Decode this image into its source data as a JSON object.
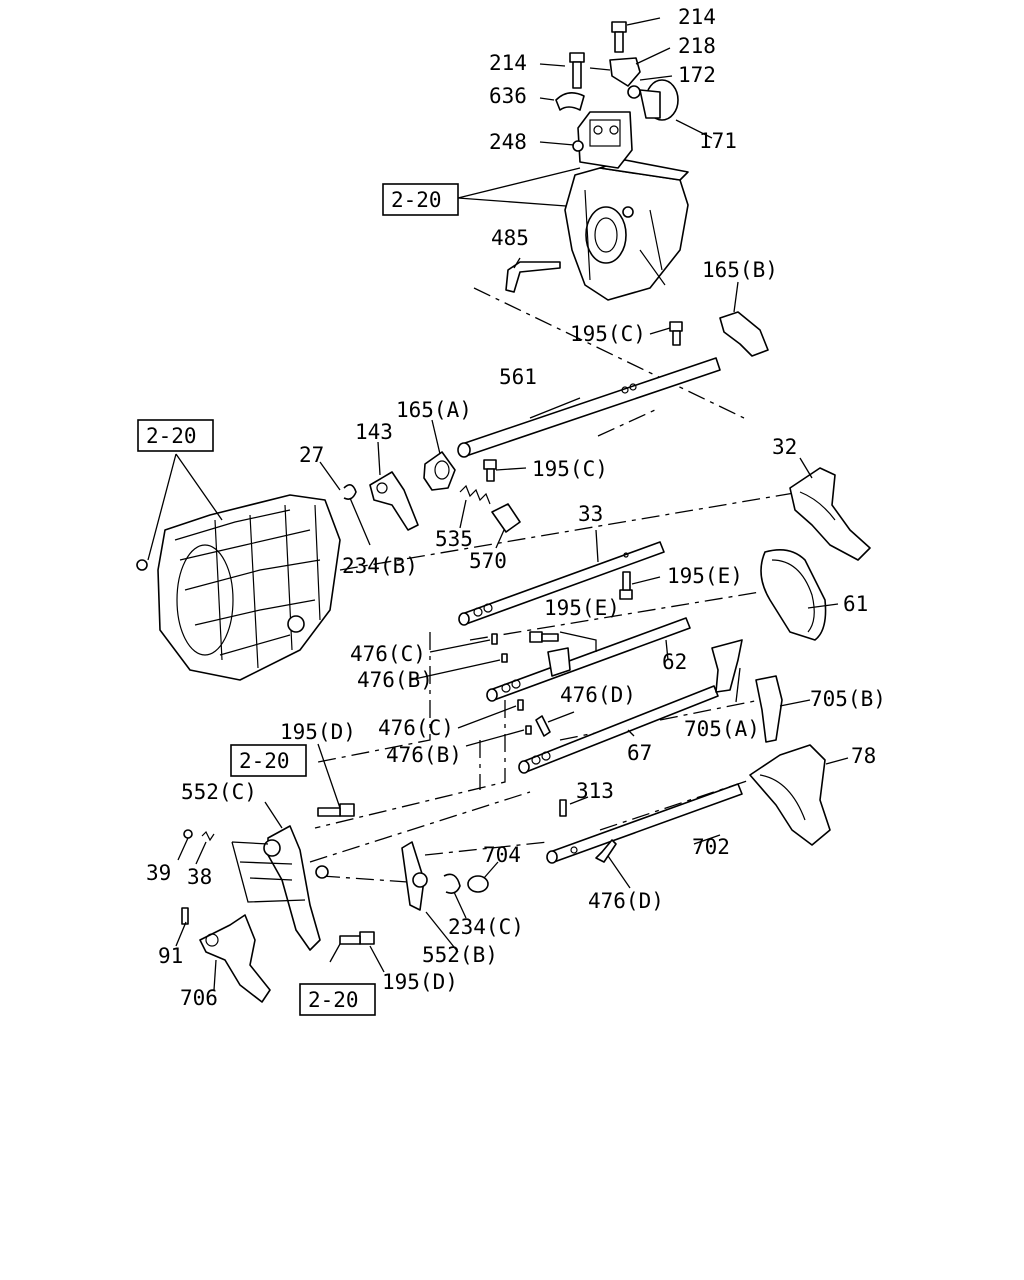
{
  "labels": [
    {
      "id": "l214a",
      "text": "214"
    },
    {
      "id": "l214b",
      "text": "214"
    },
    {
      "id": "l218",
      "text": "218"
    },
    {
      "id": "l636",
      "text": "636"
    },
    {
      "id": "l172",
      "text": "172"
    },
    {
      "id": "l248",
      "text": "248"
    },
    {
      "id": "l171",
      "text": "171"
    },
    {
      "id": "l485",
      "text": "485"
    },
    {
      "id": "l165b",
      "text": "165(B)"
    },
    {
      "id": "l195c_top",
      "text": "195(C)"
    },
    {
      "id": "l561",
      "text": "561"
    },
    {
      "id": "l165a",
      "text": "165(A)"
    },
    {
      "id": "l143",
      "text": "143"
    },
    {
      "id": "l27",
      "text": "27"
    },
    {
      "id": "l195c_mid",
      "text": "195(C)"
    },
    {
      "id": "l32",
      "text": "32"
    },
    {
      "id": "l535",
      "text": "535"
    },
    {
      "id": "l570",
      "text": "570"
    },
    {
      "id": "l234b",
      "text": "234(B)"
    },
    {
      "id": "l33",
      "text": "33"
    },
    {
      "id": "l195e_r",
      "text": "195(E)"
    },
    {
      "id": "l61",
      "text": "61"
    },
    {
      "id": "l195e_l",
      "text": "195(E)"
    },
    {
      "id": "l476c_a",
      "text": "476(C)"
    },
    {
      "id": "l476b_a",
      "text": "476(B)"
    },
    {
      "id": "l62",
      "text": "62"
    },
    {
      "id": "l476d_a",
      "text": "476(D)"
    },
    {
      "id": "l705b",
      "text": "705(B)"
    },
    {
      "id": "l476c_b",
      "text": "476(C)"
    },
    {
      "id": "l705a",
      "text": "705(A)"
    },
    {
      "id": "l476b_b",
      "text": "476(B)"
    },
    {
      "id": "l67",
      "text": "67"
    },
    {
      "id": "l78",
      "text": "78"
    },
    {
      "id": "l195d_top",
      "text": "195(D)"
    },
    {
      "id": "l552c",
      "text": "552(C)"
    },
    {
      "id": "l313",
      "text": "313"
    },
    {
      "id": "l702",
      "text": "702"
    },
    {
      "id": "l704",
      "text": "704"
    },
    {
      "id": "l39",
      "text": "39"
    },
    {
      "id": "l38",
      "text": "38"
    },
    {
      "id": "l476d_b",
      "text": "476(D)"
    },
    {
      "id": "l234c",
      "text": "234(C)"
    },
    {
      "id": "l91",
      "text": "91"
    },
    {
      "id": "l552b",
      "text": "552(B)"
    },
    {
      "id": "l195d_bot",
      "text": "195(D)"
    },
    {
      "id": "l706",
      "text": "706"
    }
  ],
  "ref_boxes": [
    {
      "id": "r1",
      "text": "2-20"
    },
    {
      "id": "r2",
      "text": "2-20"
    },
    {
      "id": "r3",
      "text": "2-20"
    },
    {
      "id": "r4",
      "text": "2-20"
    }
  ]
}
